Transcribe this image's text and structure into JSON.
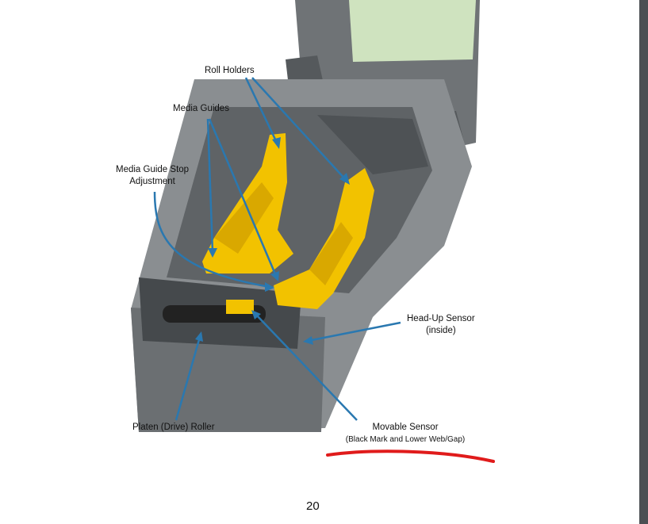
{
  "figure": {
    "labels": {
      "roll_holders": "Roll Holders",
      "media_guides": "Media Guides",
      "media_guide_stop_line1": "Media Guide Stop",
      "media_guide_stop_line2": "Adjustment",
      "head_up_sensor_line1": "Head-Up Sensor",
      "head_up_sensor_line2": "(inside)",
      "platen_roller": "Platen (Drive) Roller",
      "movable_sensor": "Movable Sensor",
      "movable_sensor_detail": "(Black Mark and Lower Web/Gap)"
    },
    "colors": {
      "arrow": "#2a78b0",
      "holder": "#f2c200",
      "body": "#7d8184",
      "annotation": "#e01b1b"
    }
  },
  "page_number": "20"
}
